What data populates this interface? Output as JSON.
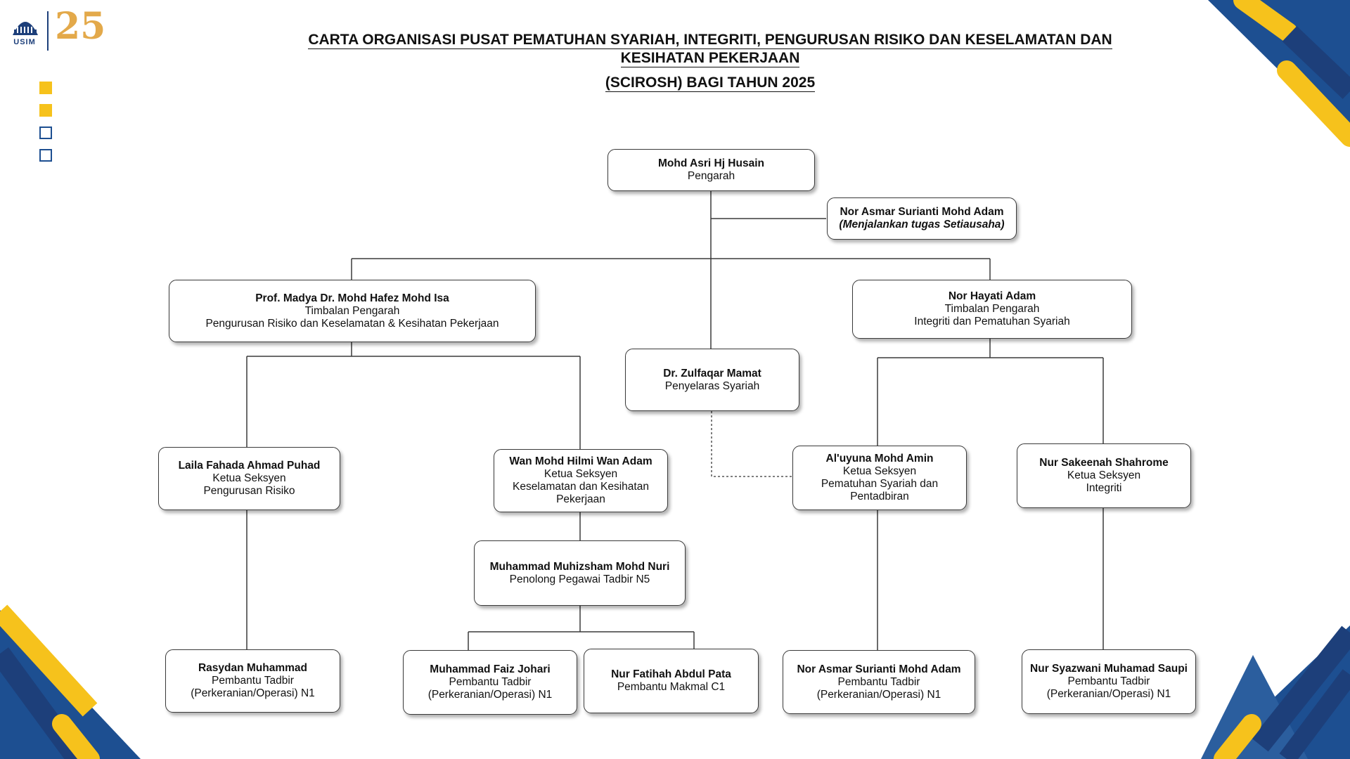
{
  "title": {
    "line1": "CARTA ORGANISASI PUSAT PEMATUHAN SYARIAH, INTEGRITI, PENGURUSAN RISIKO DAN KESELAMATAN DAN",
    "line2": "KESIHATAN PEKERJAAN",
    "line3": "(SCIROSH) BAGI TAHUN 2025"
  },
  "logo": {
    "usim_text": "USIM",
    "anniversary_number": "25"
  },
  "colors": {
    "navy": "#1d3f7a",
    "blue": "#1d4f91",
    "yellow": "#f6c21c",
    "gold": "#e3a94a"
  },
  "nodes": {
    "pengarah": {
      "name": "Mohd Asri Hj Husain",
      "role": "Pengarah"
    },
    "setiausaha": {
      "name": "Nor Asmar Surianti Mohd Adam",
      "role": "(Menjalankan tugas Setiausaha)"
    },
    "timbalan_risiko": {
      "name": "Prof. Madya Dr. Mohd Hafez Mohd Isa",
      "role": "Timbalan Pengarah",
      "role_line2": "Pengurusan Risiko dan Keselamatan & Kesihatan Pekerjaan"
    },
    "timbalan_integriti": {
      "name": "Nor Hayati Adam",
      "role": "Timbalan Pengarah",
      "role_line2": "Integriti dan Pematuhan Syariah"
    },
    "penyelaras": {
      "name": "Dr. Zulfaqar Mamat",
      "role": "Penyelaras Syariah"
    },
    "ketua_risiko": {
      "name": "Laila Fahada Ahmad Puhad",
      "role": "Ketua Seksyen",
      "role_line2": "Pengurusan Risiko"
    },
    "ketua_keselamatan": {
      "name": "Wan Mohd Hilmi Wan Adam",
      "role": "Ketua Seksyen",
      "role_line2": "Keselamatan dan Kesihatan",
      "role_line3": "Pekerjaan"
    },
    "ketua_pematuhan": {
      "name": "Al'uyuna Mohd Amin",
      "role": "Ketua Seksyen",
      "role_line2": "Pematuhan Syariah dan",
      "role_line3": "Pentadbiran"
    },
    "ketua_integriti": {
      "name": "Nur Sakeenah Shahrome",
      "role": "Ketua Seksyen",
      "role_line2": "Integriti"
    },
    "penolong": {
      "name": "Muhammad Muhizsham Mohd Nuri",
      "role": "Penolong Pegawai Tadbir N5"
    },
    "rasydan": {
      "name": "Rasydan Muhammad",
      "role": "Pembantu Tadbir",
      "role_line2": "(Perkeranian/Operasi) N1"
    },
    "faiz": {
      "name": "Muhammad Faiz Johari",
      "role": "Pembantu Tadbir",
      "role_line2": "(Perkeranian/Operasi) N1"
    },
    "fatihah": {
      "name": "Nur Fatihah Abdul Pata",
      "role": "Pembantu Makmal C1"
    },
    "asmar": {
      "name": "Nor Asmar Surianti Mohd Adam",
      "role": "Pembantu Tadbir",
      "role_line2": "(Perkeranian/Operasi) N1"
    },
    "syazwani": {
      "name": "Nur Syazwani Muhamad Saupi",
      "role": "Pembantu Tadbir",
      "role_line2": "(Perkeranian/Operasi) N1"
    }
  }
}
